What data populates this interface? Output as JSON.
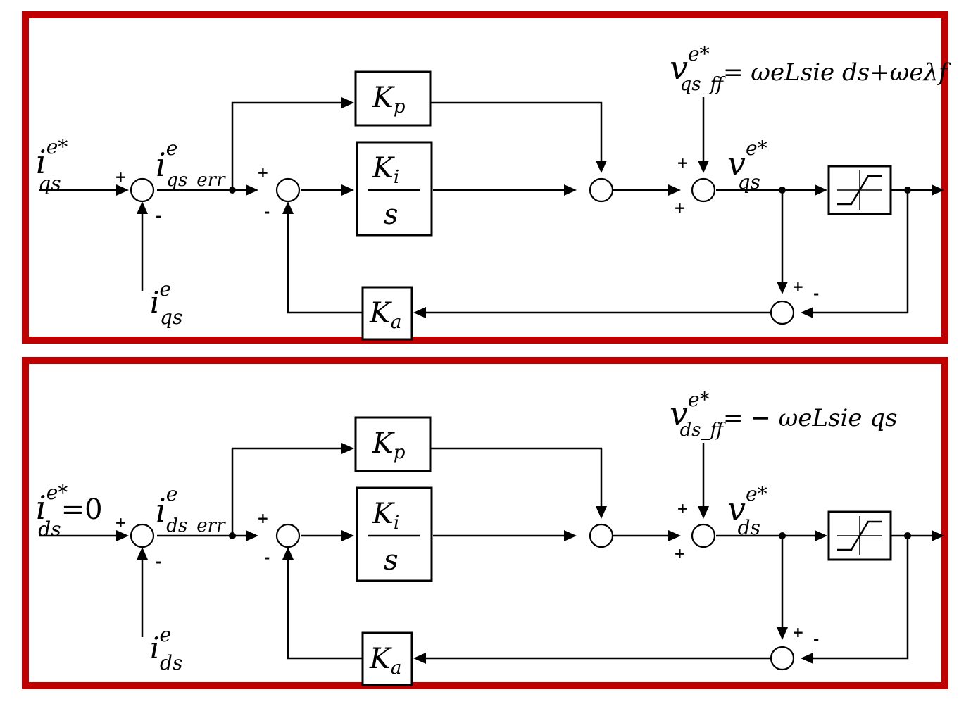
{
  "colors": {
    "frame": "#c00000",
    "line": "#000000",
    "background": "#ffffff"
  },
  "panels": [
    {
      "id": "q",
      "input_ref": {
        "base": "i",
        "sup": "e*",
        "sub": "qs",
        "suffix": ""
      },
      "error": {
        "base": "i",
        "sup": "e",
        "sub": "qs_err"
      },
      "measured": {
        "base": "i",
        "sup": "e",
        "sub": "qs"
      },
      "kp": {
        "base": "K",
        "sub": "p"
      },
      "ki": {
        "base": "K",
        "sub": "i",
        "den": "s"
      },
      "ka": {
        "base": "K",
        "sub": "a"
      },
      "voltage": {
        "base": "v",
        "sup": "e*",
        "sub": "qs"
      },
      "feedforward": {
        "lhs_base": "v",
        "lhs_sup": "e*",
        "lhs_sub": "qs_ff",
        "rhs_text": "= ωeLsie ds+ωeλf"
      },
      "signs": {
        "s1_plus": "+",
        "s1_minus": "-",
        "s2_plus": "+",
        "s2_minus": "-",
        "s4_plus_top": "+",
        "s4_plus_left": "+",
        "s5_plus": "+",
        "s5_minus": "-"
      }
    },
    {
      "id": "d",
      "input_ref": {
        "base": "i",
        "sup": "e*",
        "sub": "ds",
        "suffix": "=0"
      },
      "error": {
        "base": "i",
        "sup": "e",
        "sub": "ds_err"
      },
      "measured": {
        "base": "i",
        "sup": "e",
        "sub": "ds"
      },
      "kp": {
        "base": "K",
        "sub": "p"
      },
      "ki": {
        "base": "K",
        "sub": "i",
        "den": "s"
      },
      "ka": {
        "base": "K",
        "sub": "a"
      },
      "voltage": {
        "base": "v",
        "sup": "e*",
        "sub": "ds"
      },
      "feedforward": {
        "lhs_base": "v",
        "lhs_sup": "e*",
        "lhs_sub": "ds_ff",
        "rhs_text": "= − ωeLsie qs"
      },
      "signs": {
        "s1_plus": "+",
        "s1_minus": "-",
        "s2_plus": "+",
        "s2_minus": "-",
        "s4_plus_top": "+",
        "s4_plus_left": "+",
        "s5_plus": "+",
        "s5_minus": "-"
      }
    }
  ]
}
